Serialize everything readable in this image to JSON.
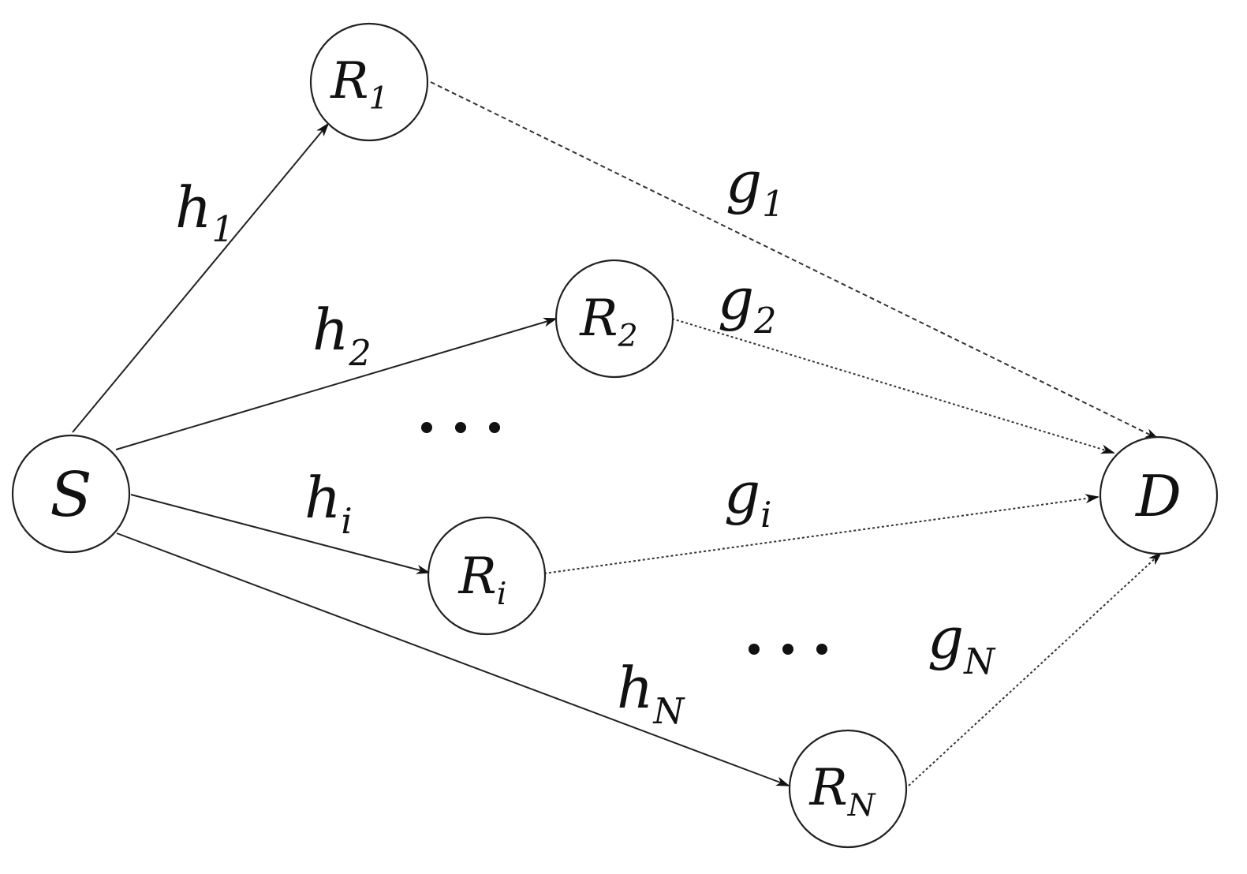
{
  "nodes": {
    "S": {
      "main": "S",
      "sub": ""
    },
    "R1": {
      "main": "R",
      "sub": "1"
    },
    "R2": {
      "main": "R",
      "sub": "2"
    },
    "Ri": {
      "main": "R",
      "sub": "i"
    },
    "RN": {
      "main": "R",
      "sub": "N"
    },
    "D": {
      "main": "D",
      "sub": ""
    }
  },
  "edges": {
    "h1": {
      "main": "h",
      "sub": "1"
    },
    "h2": {
      "main": "h",
      "sub": "2"
    },
    "hi": {
      "main": "h",
      "sub": "i"
    },
    "hN": {
      "main": "h",
      "sub": "N"
    },
    "g1": {
      "main": "g",
      "sub": "1"
    },
    "g2": {
      "main": "g",
      "sub": "2"
    },
    "gi": {
      "main": "g",
      "sub": "i"
    },
    "gN": {
      "main": "g",
      "sub": "N"
    }
  },
  "ellipsis": "..."
}
